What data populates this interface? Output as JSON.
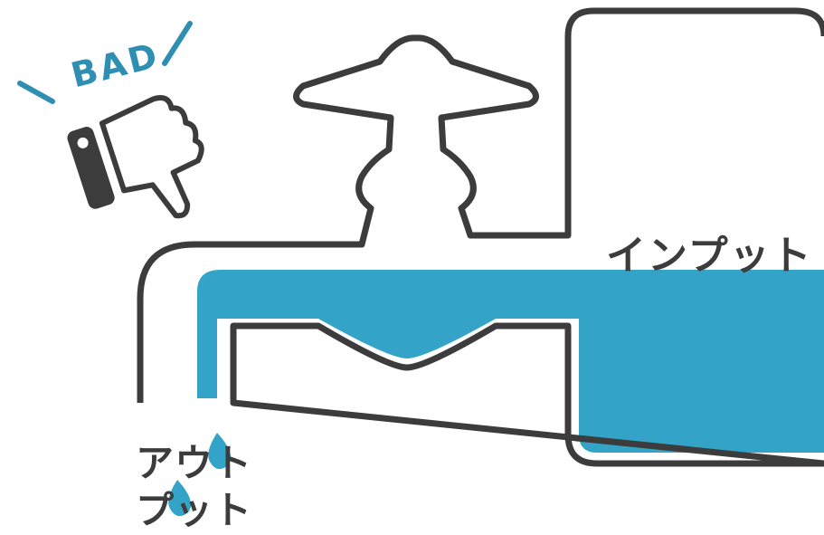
{
  "badge": {
    "text": "BAD"
  },
  "labels": {
    "input": "インプット",
    "output_line1": "アウト",
    "output_line2": "プット"
  },
  "colors": {
    "outline": "#3c3c3c",
    "water": "#33a3c7",
    "accent": "#2e8fb3",
    "icons": [
      "thumbs-down-icon",
      "water-drop-icon"
    ]
  }
}
